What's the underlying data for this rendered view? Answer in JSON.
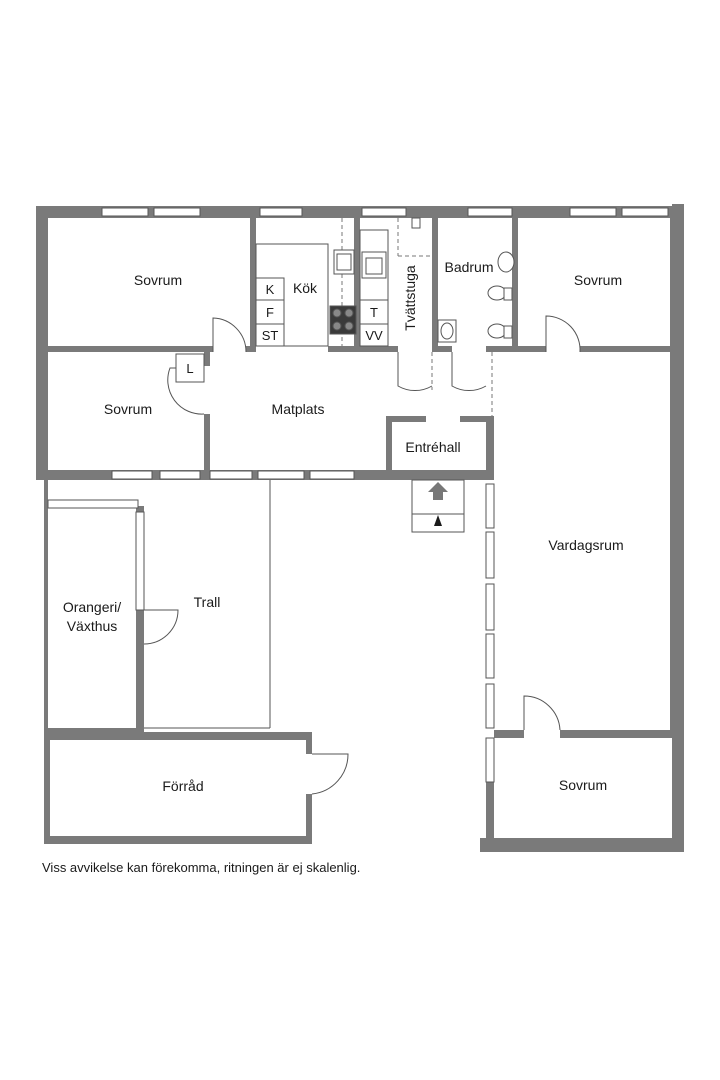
{
  "rooms": {
    "sovrum_nw": "Sovrum",
    "kok": "Kök",
    "tvattstuga": "Tvättstuga",
    "badrum": "Badrum",
    "sovrum_ne": "Sovrum",
    "sovrum_w": "Sovrum",
    "matplats": "Matplats",
    "entrehall": "Entréhall",
    "vardagsrum": "Vardagsrum",
    "orangeri_1": "Orangeri/",
    "orangeri_2": "Växthus",
    "trall": "Trall",
    "forrad": "Förråd",
    "sovrum_se": "Sovrum"
  },
  "appliances": {
    "k": "K",
    "f": "F",
    "st": "ST",
    "t": "T",
    "vv": "VV",
    "l": "L"
  },
  "disclaimer": "Viss avvikelse kan förekomma, ritningen är ej skalenlig.",
  "colors": {
    "wall": "#7a7a7a",
    "line": "#555555",
    "text": "#1a1a1a"
  }
}
